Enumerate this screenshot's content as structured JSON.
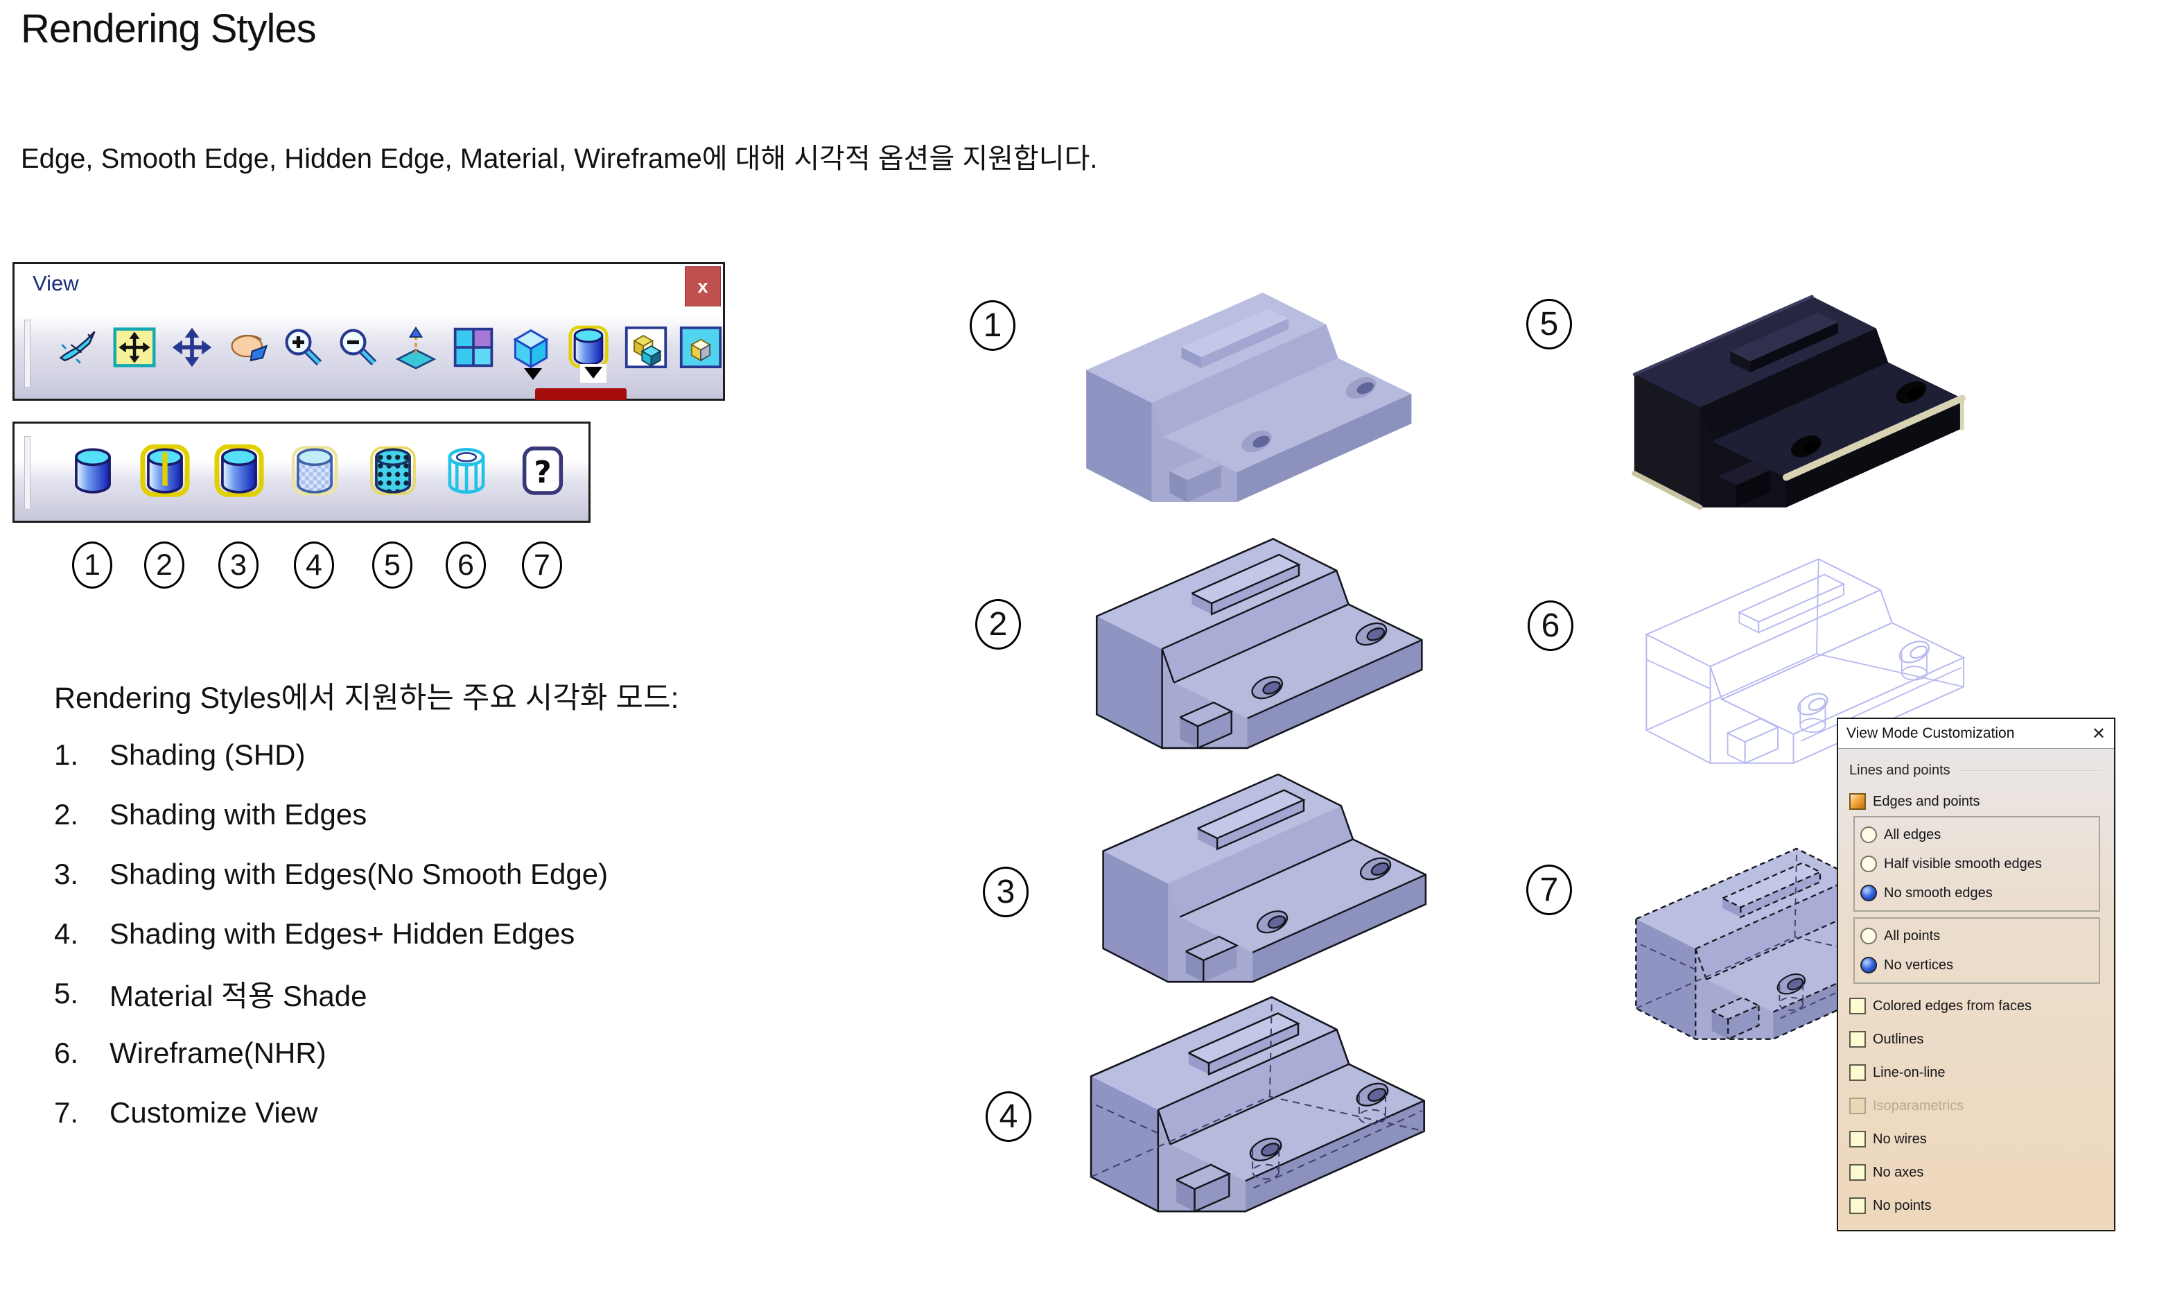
{
  "page": {
    "title": "Rendering Styles",
    "subtitle": "Edge, Smooth Edge, Hidden Edge, Material, Wireframe에 대해 시각적 옵션을 지원합니다."
  },
  "view_toolbar": {
    "title": "View",
    "close_label": "x",
    "icon_names": [
      "fly-mode",
      "fit-all-in",
      "pan",
      "rotate",
      "zoom-in",
      "zoom-out",
      "normal-view",
      "multi-view",
      "isometric-view",
      "render-style",
      "hide-show",
      "swap-visible-space"
    ]
  },
  "style_toolbar": {
    "icon_names": [
      "shading",
      "shading-with-edges",
      "shading-edges-no-smooth",
      "shading-edges-hidden",
      "material-shade",
      "wireframe",
      "customize-view"
    ]
  },
  "callout_numbers": [
    "1",
    "2",
    "3",
    "4",
    "5",
    "6",
    "7"
  ],
  "modes_section": {
    "heading": "Rendering Styles에서 지원하는 주요 시각화 모드:",
    "items": [
      {
        "num": "1.",
        "label": "Shading (SHD)"
      },
      {
        "num": "2.",
        "label": "Shading with Edges"
      },
      {
        "num": "3.",
        "label": "Shading with Edges(No Smooth Edge)"
      },
      {
        "num": "4.",
        "label": "Shading with Edges+ Hidden Edges"
      },
      {
        "num": "5.",
        "label": "Material 적용 Shade"
      },
      {
        "num": "6.",
        "label": "Wireframe(NHR)"
      },
      {
        "num": "7.",
        "label": "Customize View"
      }
    ]
  },
  "models": [
    {
      "style": "shading"
    },
    {
      "style": "shading-edges"
    },
    {
      "style": "shading-edges-no-smooth"
    },
    {
      "style": "shading-hidden-edges"
    },
    {
      "style": "material"
    },
    {
      "style": "wireframe"
    },
    {
      "style": "customized"
    }
  ],
  "dialog": {
    "title": "View Mode Customization",
    "close_label": "✕",
    "section_label": "Lines and points",
    "edges_points": {
      "label": "Edges and points",
      "checked": true
    },
    "edge_options": [
      {
        "label": "All edges",
        "selected": false
      },
      {
        "label": "Half visible smooth edges",
        "selected": false
      },
      {
        "label": "No smooth edges",
        "selected": true
      }
    ],
    "point_options": [
      {
        "label": "All points",
        "selected": false
      },
      {
        "label": "No vertices",
        "selected": true
      }
    ],
    "checkboxes": [
      {
        "label": "Colored edges from faces",
        "checked": false,
        "disabled": false
      },
      {
        "label": "Outlines",
        "checked": false,
        "disabled": false
      },
      {
        "label": "Line-on-line",
        "checked": false,
        "disabled": false
      },
      {
        "label": "Isoparametrics",
        "checked": false,
        "disabled": true
      },
      {
        "label": "No wires",
        "checked": false,
        "disabled": false
      },
      {
        "label": "No axes",
        "checked": false,
        "disabled": false
      },
      {
        "label": "No points",
        "checked": false,
        "disabled": false
      }
    ]
  },
  "icons": {
    "question_mark": "?"
  },
  "colors": {
    "accent_red": "#a50d0d",
    "close_red": "#c0504d",
    "toolbar_blue_title": "#1c2d7a",
    "part_lavender": "#b6badc",
    "part_dark_material": "#14141e",
    "wireframe_line": "#b6baee",
    "dialog_tan": "#eed8bb"
  }
}
